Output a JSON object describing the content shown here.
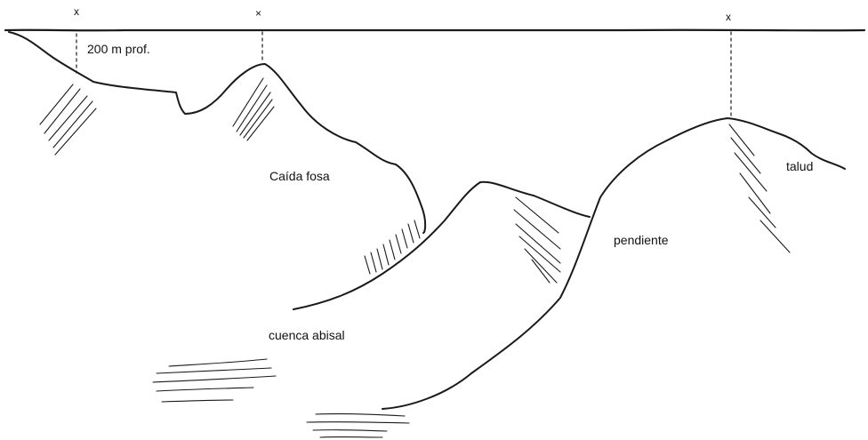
{
  "labels": {
    "depth": "200 m prof.",
    "trench_drop": "Caída fosa",
    "abyssal_basin": "cuenca abisal",
    "slope": "pendiente",
    "talus": "talud"
  },
  "markers": {
    "left": "x",
    "middle": "×",
    "right": "x"
  }
}
